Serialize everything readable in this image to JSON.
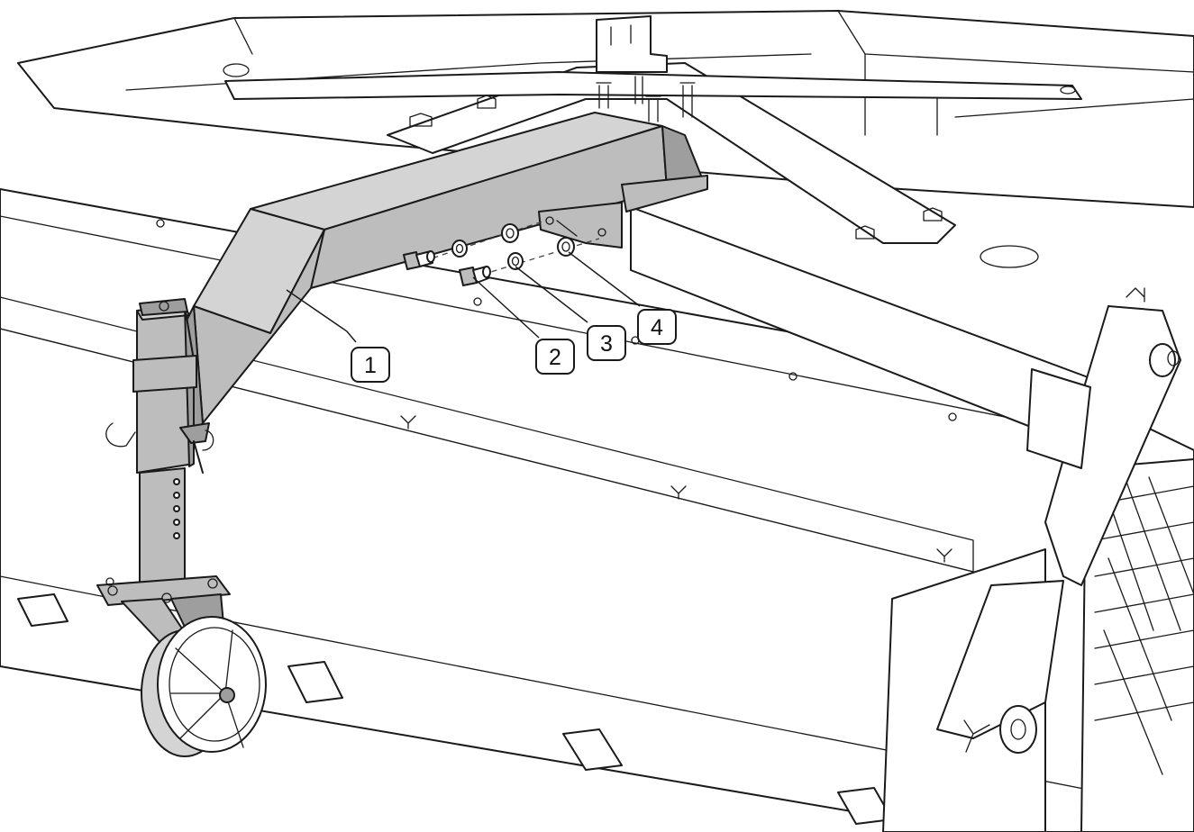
{
  "figure": {
    "kind": "exploded-assembly-drawing",
    "palette": {
      "line": "#1a1a1a",
      "highlighted_part": "#bdbdbd",
      "background": "#ffffff"
    }
  },
  "callouts": [
    {
      "label": "1",
      "part_icon": "support-arm"
    },
    {
      "label": "2",
      "part_icon": "bolt"
    },
    {
      "label": "3",
      "part_icon": "lock-washer"
    },
    {
      "label": "4",
      "part_icon": "flat-washer"
    }
  ]
}
